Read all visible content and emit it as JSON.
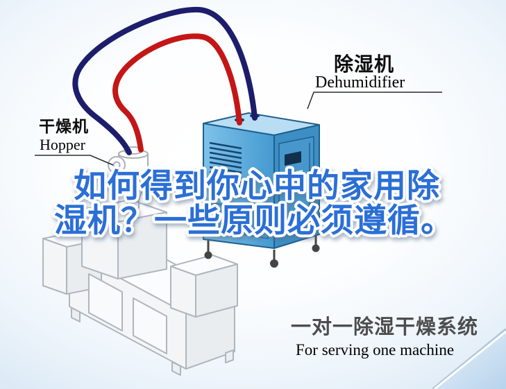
{
  "title": {
    "line1": "如何得到你心中的家用除",
    "line2": "湿机？一些原则必须遵循。"
  },
  "labels": {
    "dehumidifier": {
      "zh": "除湿机",
      "en": "Dehumidifier"
    },
    "hopper": {
      "zh": "干燥机",
      "en": "Hopper"
    }
  },
  "caption": {
    "zh": "一对一除湿干燥系统",
    "en": "For serving one machine"
  },
  "colors": {
    "title_blue": "#2b6fd6",
    "pipe_red": "#c41616",
    "pipe_navy": "#1d1d6b",
    "dehumidifier_blue": "#55a8da",
    "caption_gray": "#4d4d4d",
    "background_edge_blue": "#c2d8ee"
  },
  "illustration": {
    "machine": "injection-molding-machine-line-art",
    "hopper": "drying-hopper",
    "dehumidifier": "dehumidifier-unit",
    "pipe_red": "dry-air-pipe",
    "pipe_navy": "return-air-pipe"
  }
}
